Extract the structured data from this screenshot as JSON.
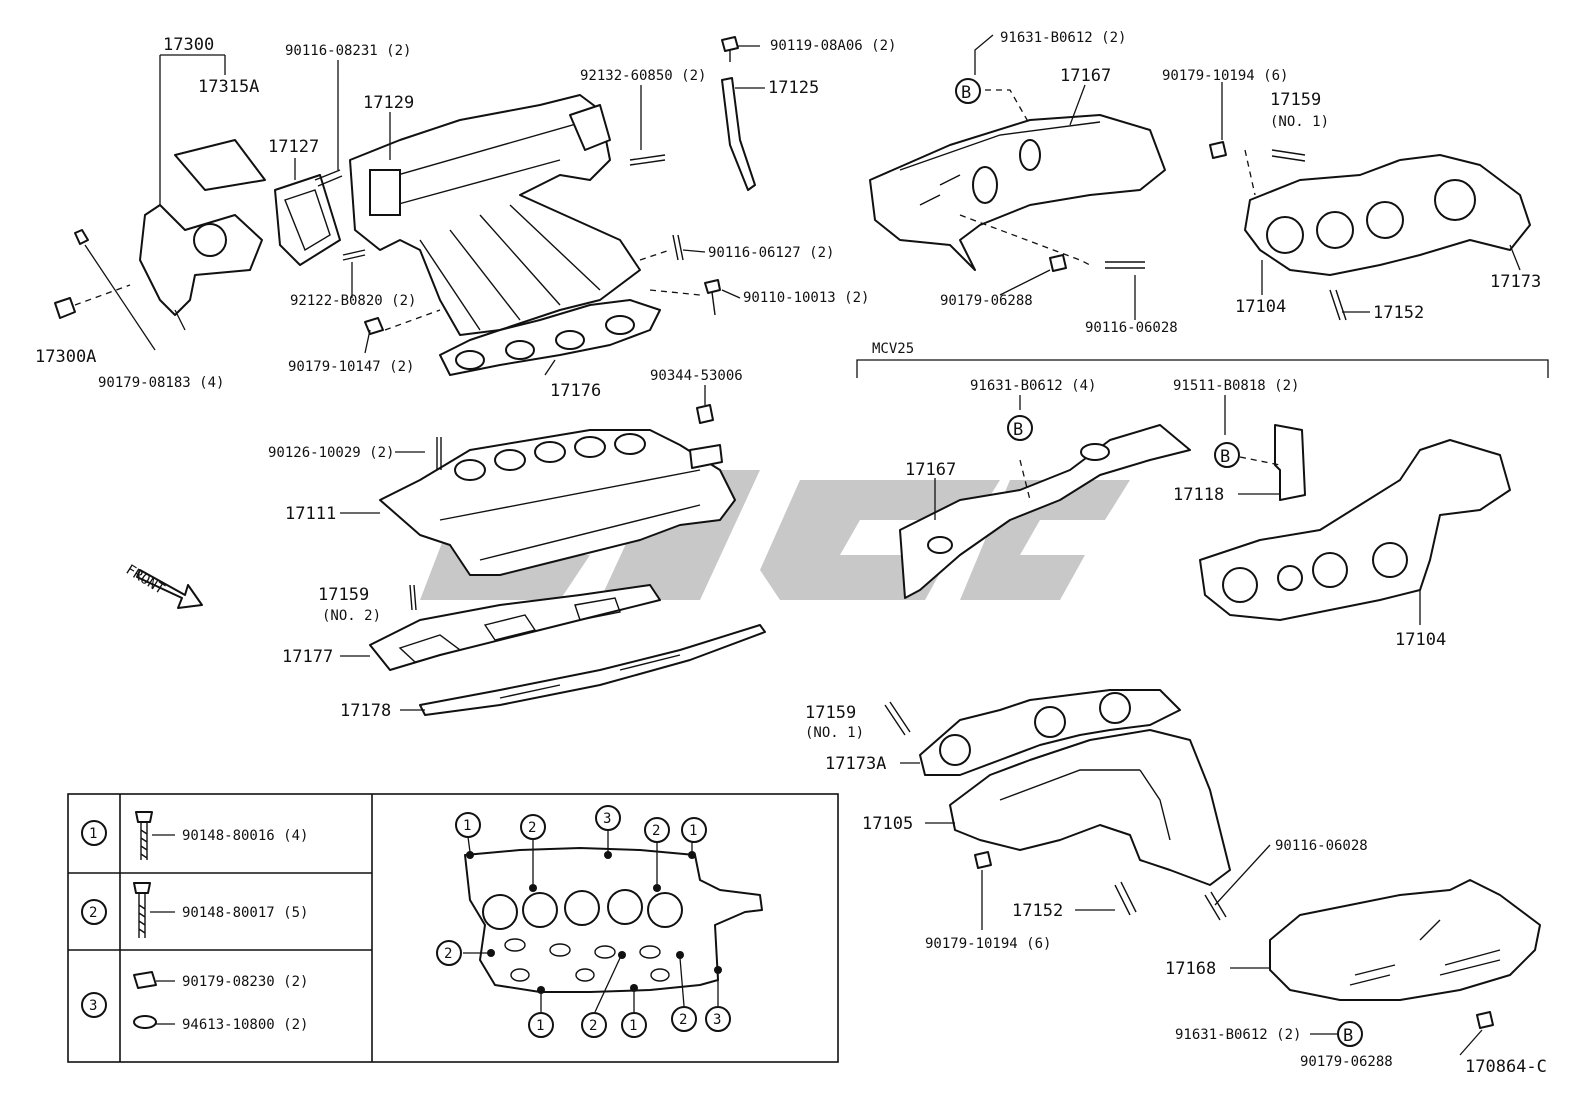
{
  "labels": {
    "p17300": "17300",
    "p17315A": "17315A",
    "p17300A": "17300A",
    "p90179_08183": "90179-08183 (4)",
    "p90116_08231": "90116-08231 (2)",
    "p17129": "17129",
    "p17127": "17127",
    "p92122_B0820": "92122-B0820 (2)",
    "p90179_10147": "90179-10147 (2)",
    "p17176": "17176",
    "p90119_08A06": "90119-08A06 (2)",
    "p92132_60850": "92132-60850 (2)",
    "p17125": "17125",
    "p90116_06127": "90116-06127 (2)",
    "p90110_10013": "90110-10013 (2)",
    "p90344_53006": "90344-53006",
    "p90126_10029": "90126-10029 (2)",
    "p17111": "17111",
    "p17159_no2": "17159",
    "p17159_no2_sub": "(NO. 2)",
    "p17177": "17177",
    "p17178": "17178",
    "front": "FRONT",
    "p91631_top": "91631-B0612 (2)",
    "p17167_top": "17167",
    "p90179_06288_top": "90179-06288",
    "p90116_06028_top": "90116-06028",
    "p90179_10194_top": "90179-10194 (6)",
    "p17159_no1_top": "17159",
    "p17159_no1_top_sub": "(NO. 1)",
    "p17173": "17173",
    "p17104_top": "17104",
    "p17152_top": "17152",
    "mcv25": "MCV25",
    "p91631_mid": "91631-B0612 (4)",
    "p91511_B0818": "91511-B0818 (2)",
    "p17167_mid": "17167",
    "p17118": "17118",
    "p17104_mid": "17104",
    "p17159_no1_bot": "17159",
    "p17159_no1_bot_sub": "(NO. 1)",
    "p17173A": "17173A",
    "p17105": "17105",
    "p90116_06028_bot": "90116-06028",
    "p17152_bot": "17152",
    "p90179_10194_bot": "90179-10194 (6)",
    "p17168": "17168",
    "p91631_bot": "91631-B0612 (2)",
    "p90179_06288_bot": "90179-06288",
    "ref": "170864-C",
    "marker_b": "B"
  },
  "table": {
    "rows": [
      {
        "num": "1",
        "parts": [
          "90148-80016 (4)"
        ]
      },
      {
        "num": "2",
        "parts": [
          "90148-80017 (5)"
        ]
      },
      {
        "num": "3",
        "parts": [
          "90179-08230 (2)",
          "94613-10800 (2)"
        ]
      }
    ],
    "top_callouts": [
      "1",
      "2",
      "3",
      "2",
      "1"
    ],
    "left_callout": "2",
    "bottom_callouts": [
      "1",
      "2",
      "1",
      "2",
      "3"
    ]
  }
}
